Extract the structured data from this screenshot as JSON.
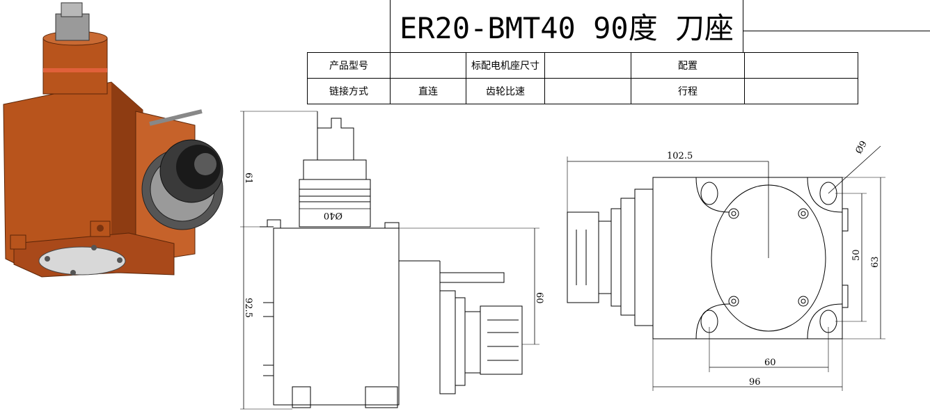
{
  "title": "ER20-BMT40 90度 刀座",
  "spec_table": {
    "rows": [
      [
        "产品型号",
        "",
        "标配电机座尺寸",
        "",
        "配置",
        ""
      ],
      [
        "链接方式",
        "直连",
        "齿轮比速",
        "",
        "行程",
        ""
      ]
    ]
  },
  "dimensions": {
    "side_height_top": "61",
    "side_diameter": "Ø40",
    "side_height_body": "92.5",
    "side_height_right": "60",
    "front_width_top": "102.5",
    "front_hole_dia": "Ø9",
    "front_inner_height": "50",
    "front_outer_height": "63",
    "front_hole_spacing": "60",
    "front_total_width": "96"
  },
  "colors": {
    "body": "#b8541c",
    "body_dark": "#7a3410",
    "body_light": "#d97a3a",
    "line": "#000000"
  }
}
